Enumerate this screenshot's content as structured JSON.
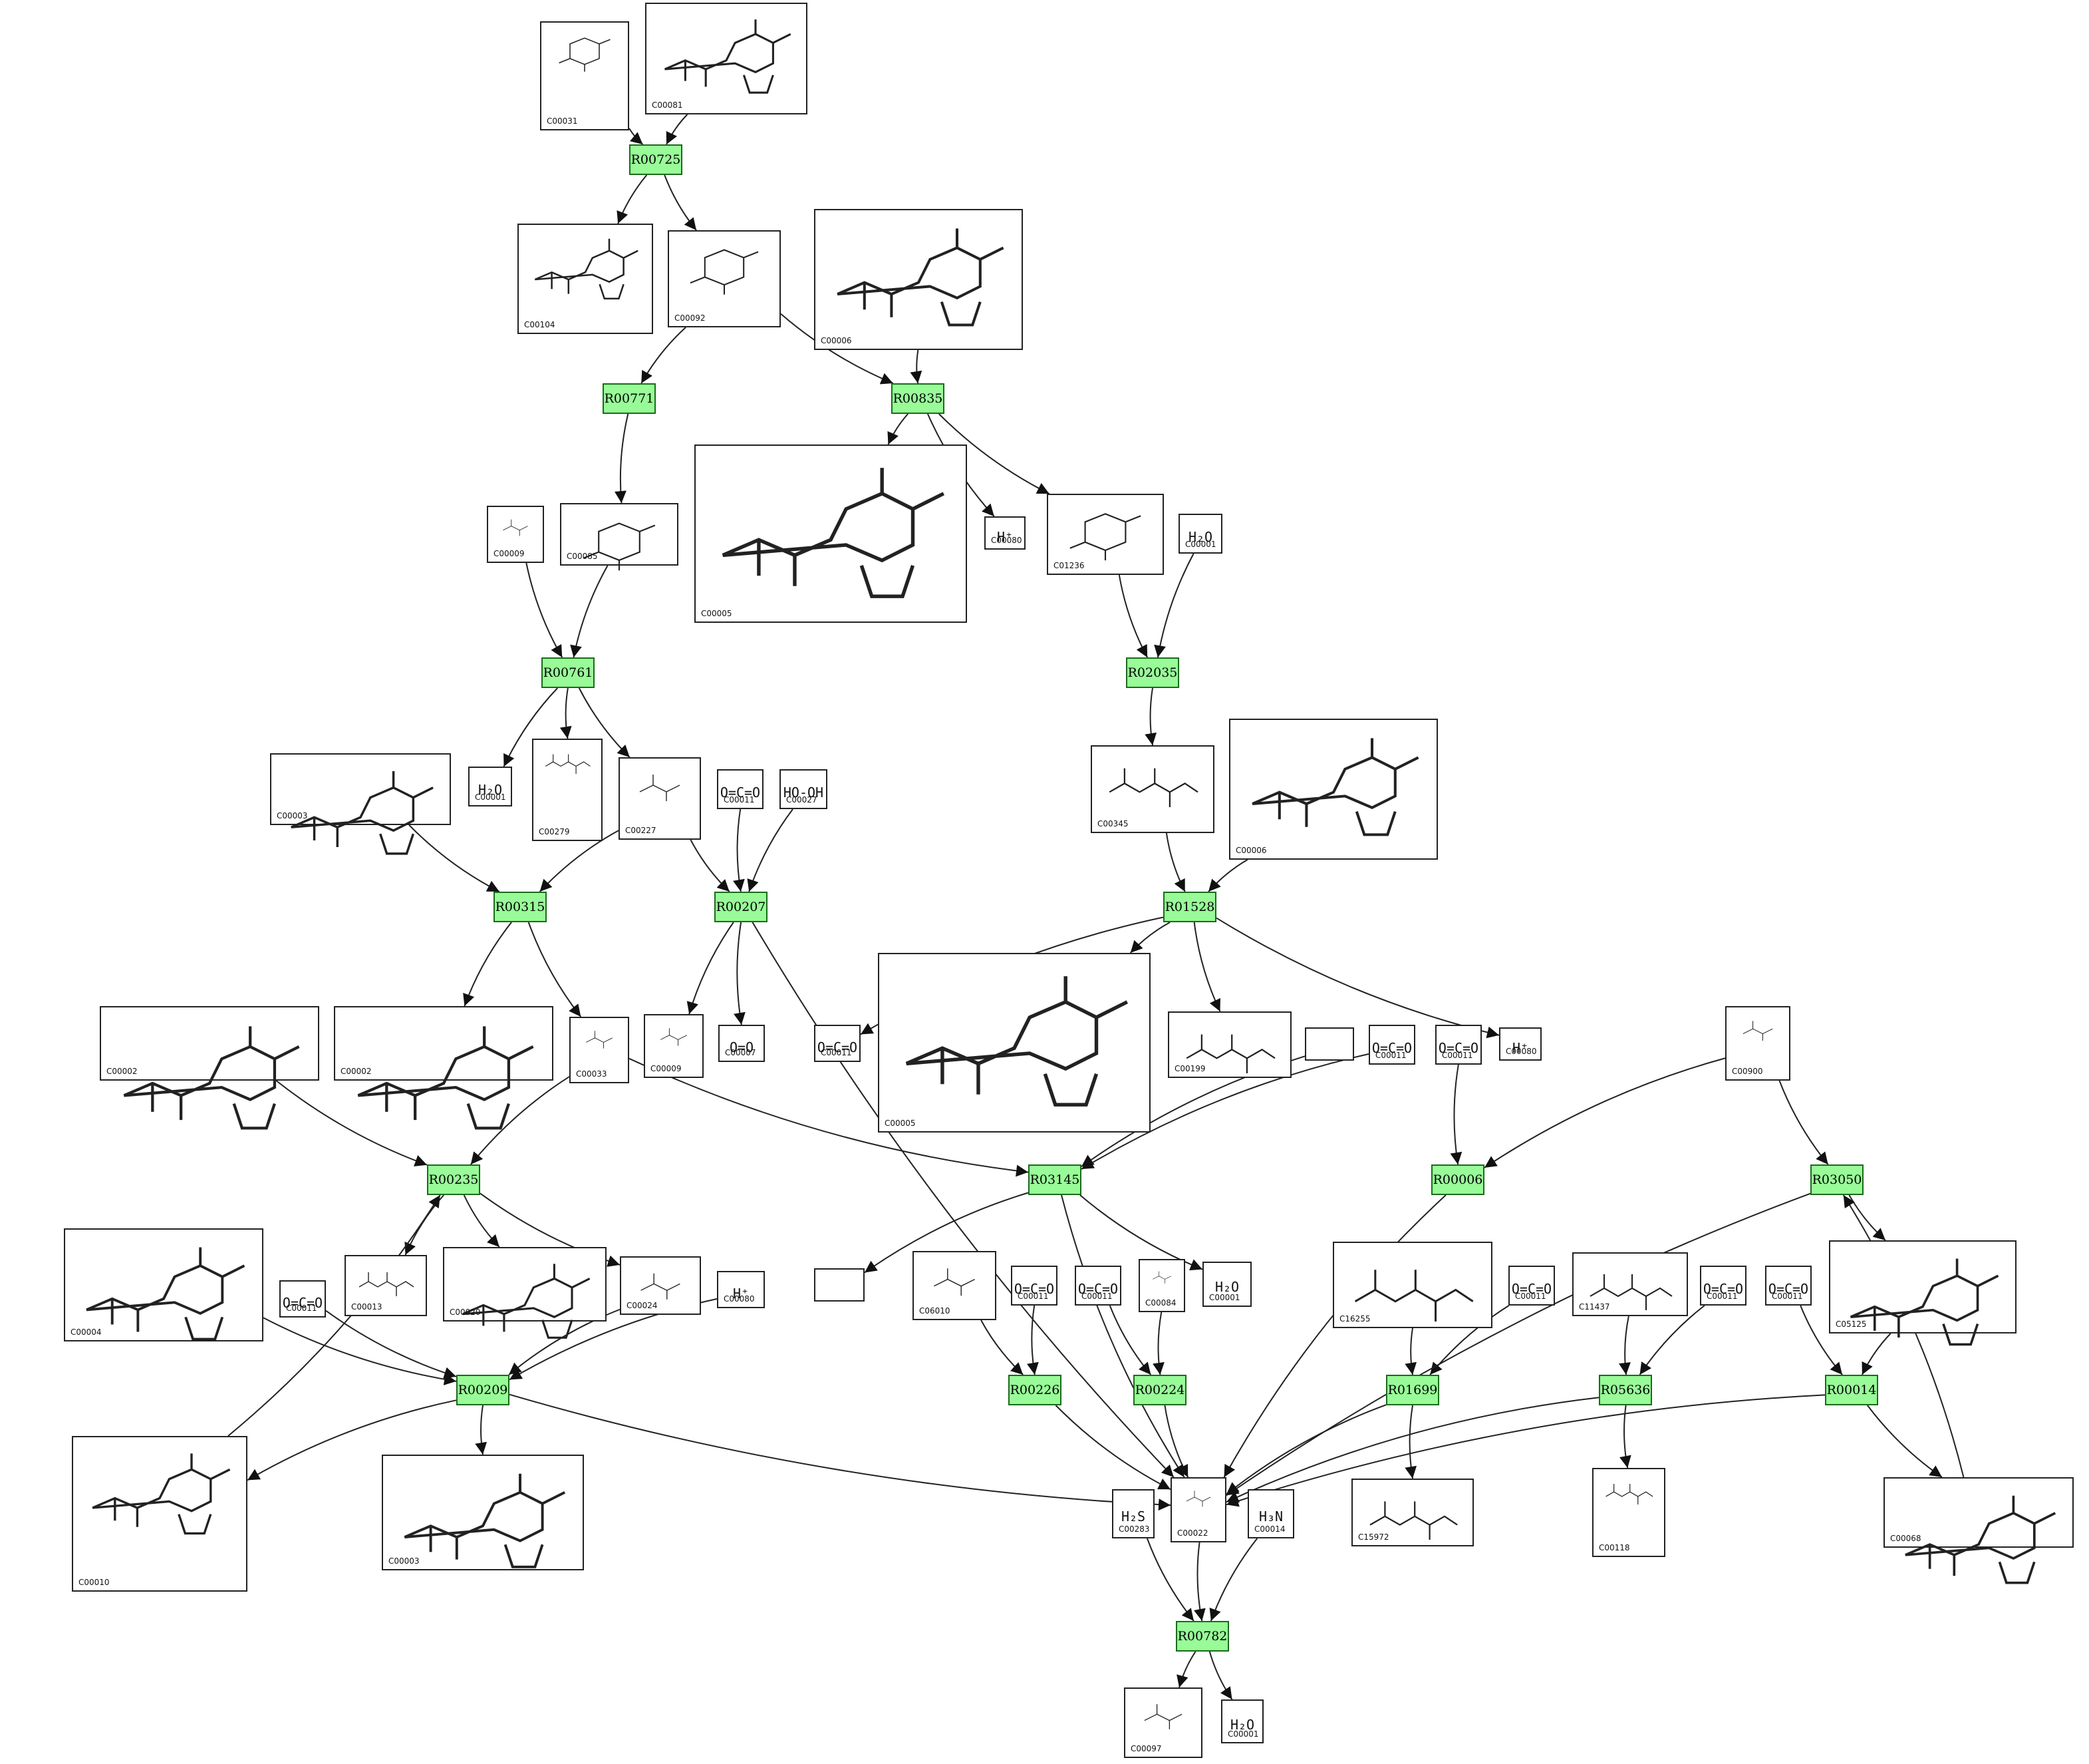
{
  "reactions": [
    {
      "id": "R00725",
      "label": "R00725"
    },
    {
      "id": "R00771",
      "label": "R00771"
    },
    {
      "id": "R00835",
      "label": "R00835"
    },
    {
      "id": "R00761",
      "label": "R00761"
    },
    {
      "id": "R02035",
      "label": "R02035"
    },
    {
      "id": "R00315",
      "label": "R00315"
    },
    {
      "id": "R00207",
      "label": "R00207"
    },
    {
      "id": "R01528",
      "label": "R01528"
    },
    {
      "id": "R00235",
      "label": "R00235"
    },
    {
      "id": "R03145",
      "label": "R03145"
    },
    {
      "id": "R00006",
      "label": "R00006"
    },
    {
      "id": "R03050",
      "label": "R03050"
    },
    {
      "id": "R00209",
      "label": "R00209"
    },
    {
      "id": "R00226",
      "label": "R00226"
    },
    {
      "id": "R00224",
      "label": "R00224"
    },
    {
      "id": "R01699",
      "label": "R01699"
    },
    {
      "id": "R05636",
      "label": "R05636"
    },
    {
      "id": "R00014",
      "label": "R00014"
    },
    {
      "id": "R00782",
      "label": "R00782"
    }
  ],
  "compounds": [
    {
      "key": "c31",
      "id": "C00031",
      "formula": "",
      "kind": "ring"
    },
    {
      "key": "c81",
      "id": "C00081",
      "formula": "",
      "kind": "nucleotide"
    },
    {
      "key": "c104",
      "id": "C00104",
      "formula": "",
      "kind": "nucleotide"
    },
    {
      "key": "c92",
      "id": "C00092",
      "formula": "",
      "kind": "ring"
    },
    {
      "key": "c06a",
      "id": "C00006",
      "formula": "",
      "kind": "nucleotide"
    },
    {
      "key": "c09a",
      "id": "C00009",
      "formula": "",
      "kind": "small"
    },
    {
      "key": "c85",
      "id": "C00085",
      "formula": "",
      "kind": "ring"
    },
    {
      "key": "c05a",
      "id": "C00005",
      "formula": "",
      "kind": "nucleotide"
    },
    {
      "key": "c80a",
      "id": "C00080",
      "formula": "H⁺",
      "kind": "text"
    },
    {
      "key": "c1236",
      "id": "C01236",
      "formula": "",
      "kind": "ring"
    },
    {
      "key": "c01a",
      "id": "C00001",
      "formula": "H₂O",
      "kind": "text"
    },
    {
      "key": "c03a",
      "id": "C00003",
      "formula": "",
      "kind": "nucleotide"
    },
    {
      "key": "c01b",
      "id": "C00001",
      "formula": "H₂O",
      "kind": "text"
    },
    {
      "key": "c279",
      "id": "C00279",
      "formula": "",
      "kind": "chain"
    },
    {
      "key": "c227",
      "id": "C00227",
      "formula": "",
      "kind": "small"
    },
    {
      "key": "c11a",
      "id": "C00011",
      "formula": "O=C=O",
      "kind": "text"
    },
    {
      "key": "c27",
      "id": "C00027",
      "formula": "HO-OH",
      "kind": "text"
    },
    {
      "key": "c345",
      "id": "C00345",
      "formula": "",
      "kind": "chain"
    },
    {
      "key": "c06b",
      "id": "C00006",
      "formula": "",
      "kind": "nucleotide"
    },
    {
      "key": "c02a",
      "id": "C00002",
      "formula": "",
      "kind": "nucleotide"
    },
    {
      "key": "c02b",
      "id": "C00002",
      "formula": "",
      "kind": "nucleotide"
    },
    {
      "key": "c33",
      "id": "C00033",
      "formula": "",
      "kind": "small"
    },
    {
      "key": "c09b",
      "id": "C00009",
      "formula": "",
      "kind": "small"
    },
    {
      "key": "c07",
      "id": "C00007",
      "formula": "O=O",
      "kind": "text"
    },
    {
      "key": "c11b",
      "id": "C00011",
      "formula": "O=C=O",
      "kind": "text"
    },
    {
      "key": "c05b",
      "id": "C00005",
      "formula": "",
      "kind": "nucleotide"
    },
    {
      "key": "c199",
      "id": "C00199",
      "formula": "",
      "kind": "chain"
    },
    {
      "key": "blank1",
      "id": "",
      "formula": "",
      "kind": "empty"
    },
    {
      "key": "c11c",
      "id": "C00011",
      "formula": "O=C=O",
      "kind": "text"
    },
    {
      "key": "c11d",
      "id": "C00011",
      "formula": "O=C=O",
      "kind": "text"
    },
    {
      "key": "c80b",
      "id": "C00080",
      "formula": "H⁺",
      "kind": "text"
    },
    {
      "key": "c900",
      "id": "C00900",
      "formula": "",
      "kind": "small"
    },
    {
      "key": "c04",
      "id": "C00004",
      "formula": "",
      "kind": "nucleotide"
    },
    {
      "key": "c11e",
      "id": "C00011",
      "formula": "O=C=O",
      "kind": "text"
    },
    {
      "key": "c13",
      "id": "C00013",
      "formula": "",
      "kind": "chain"
    },
    {
      "key": "c20",
      "id": "C00020",
      "formula": "",
      "kind": "nucleotide"
    },
    {
      "key": "c24",
      "id": "C00024",
      "formula": "",
      "kind": "small"
    },
    {
      "key": "c80c",
      "id": "C00080",
      "formula": "H⁺",
      "kind": "text"
    },
    {
      "key": "blank2",
      "id": "",
      "formula": "",
      "kind": "empty"
    },
    {
      "key": "c6010",
      "id": "C06010",
      "formula": "",
      "kind": "small"
    },
    {
      "key": "c11f",
      "id": "C00011",
      "formula": "O=C=O",
      "kind": "text"
    },
    {
      "key": "c11g",
      "id": "C00011",
      "formula": "O=C=O",
      "kind": "text"
    },
    {
      "key": "c84",
      "id": "C00084",
      "formula": "",
      "kind": "small"
    },
    {
      "key": "c01c",
      "id": "C00001",
      "formula": "H₂O",
      "kind": "text"
    },
    {
      "key": "c16255",
      "id": "C16255",
      "formula": "",
      "kind": "chain"
    },
    {
      "key": "c11h",
      "id": "C00011",
      "formula": "O=C=O",
      "kind": "text"
    },
    {
      "key": "c11437",
      "id": "C11437",
      "formula": "",
      "kind": "chain"
    },
    {
      "key": "c11i",
      "id": "C00011",
      "formula": "O=C=O",
      "kind": "text"
    },
    {
      "key": "c11j",
      "id": "C00011",
      "formula": "O=C=O",
      "kind": "text"
    },
    {
      "key": "c5125",
      "id": "C05125",
      "formula": "",
      "kind": "nucleotide"
    },
    {
      "key": "c10",
      "id": "C00010",
      "formula": "",
      "kind": "nucleotide"
    },
    {
      "key": "c03b",
      "id": "C00003",
      "formula": "",
      "kind": "nucleotide"
    },
    {
      "key": "c283",
      "id": "C00283",
      "formula": "H₂S",
      "kind": "text"
    },
    {
      "key": "c22",
      "id": "C00022",
      "formula": "",
      "kind": "small"
    },
    {
      "key": "c14",
      "id": "C00014",
      "formula": "H₃N",
      "kind": "text"
    },
    {
      "key": "c15972",
      "id": "C15972",
      "formula": "",
      "kind": "chain"
    },
    {
      "key": "c118",
      "id": "C00118",
      "formula": "",
      "kind": "chain"
    },
    {
      "key": "c68",
      "id": "C00068",
      "formula": "",
      "kind": "nucleotide"
    },
    {
      "key": "c97",
      "id": "C00097",
      "formula": "",
      "kind": "small"
    },
    {
      "key": "c01d",
      "id": "C00001",
      "formula": "H₂O",
      "kind": "text"
    }
  ]
}
